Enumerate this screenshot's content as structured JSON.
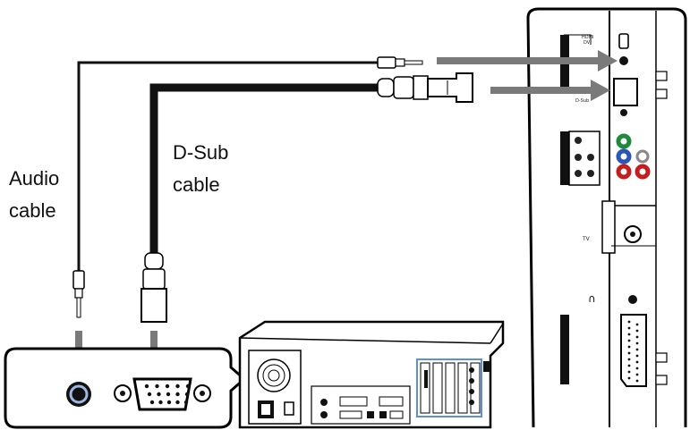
{
  "labels": {
    "audio_cable": [
      "Audio",
      "cable"
    ],
    "dsub_cable": [
      "D-Sub",
      "cable"
    ]
  },
  "display_panel": {
    "hdmi_label": [
      "HDMI",
      "DVI"
    ],
    "dsub_port_label": "D-Sub",
    "tv_label": "TV"
  },
  "colors": {
    "arrow": "#7a7a7a",
    "cable": "#111111",
    "component_green": "#1f8a3a",
    "component_blue": "#2a56b8",
    "component_red": "#c41e1e",
    "audio_jack_ring": "#9fb6e0",
    "card_highlight": "#5b8fd6"
  }
}
